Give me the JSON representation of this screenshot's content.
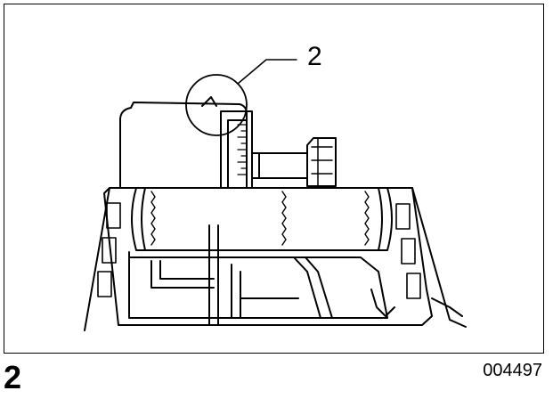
{
  "figure": {
    "callout_label": "2",
    "number": "2",
    "code": "004497"
  },
  "colors": {
    "line": "#000000",
    "background": "#ffffff"
  }
}
